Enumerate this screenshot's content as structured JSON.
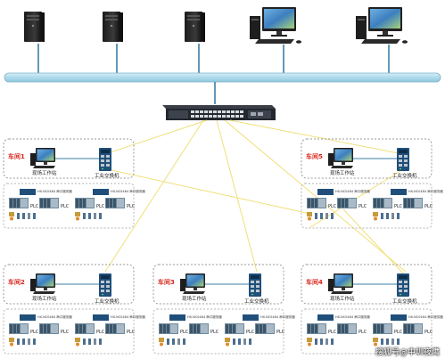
{
  "workshops": [
    {
      "title": "车间1",
      "station_label": "现场工作站",
      "switch_label": "工业交换机",
      "module_label": "HX-NC0484 串口服务器",
      "plc_label": "PLC"
    },
    {
      "title": "车间5",
      "station_label": "现场工作站",
      "switch_label": "工业交换机",
      "module_label": "HX-NC0484 串口服务器",
      "plc_label": "PLC"
    },
    {
      "title": "车间2",
      "station_label": "现场工作站",
      "switch_label": "工业交换机",
      "module_label": "HX-NC0484 串口服务器",
      "plc_label": "PLC"
    },
    {
      "title": "车间3",
      "station_label": "现场工作站",
      "switch_label": "工业交换机",
      "module_label": "HX-NC0484 串口服务器",
      "plc_label": "PLC"
    },
    {
      "title": "车间4",
      "station_label": "现场工作站",
      "switch_label": "工业交换机",
      "module_label": "HX-NC0484 串口服务器",
      "plc_label": "PLC"
    }
  ],
  "watermark": "搜狐号@中圳夜鹰",
  "colors": {
    "backbone": "#a8d6e8",
    "link": "#f0e07a",
    "title": "#d9261c",
    "drop_line": "#3b7fa6"
  }
}
